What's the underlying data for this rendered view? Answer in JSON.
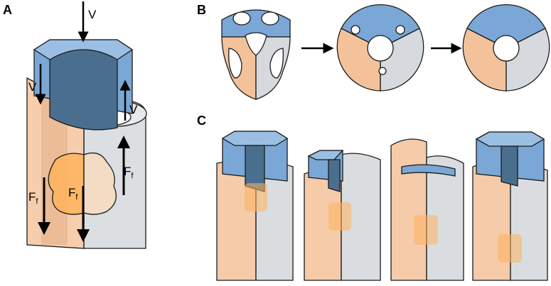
{
  "panels": {
    "a": "A",
    "b": "B",
    "c": "C"
  },
  "labels": {
    "v_top": "V",
    "v_left": "V",
    "v_right": "V",
    "ff_left_main": "F",
    "ff_left_sub": "f",
    "ff_center_main": "F",
    "ff_center_sub": "f",
    "ff_right_main": "F",
    "ff_right_sub": "f"
  },
  "colors": {
    "blue": "#7aa7d6",
    "dark_blue": "#4a6f8e",
    "orange": "#f4c29a",
    "gray": "#d6d9dd",
    "contact_patch": "#ffb35c"
  }
}
